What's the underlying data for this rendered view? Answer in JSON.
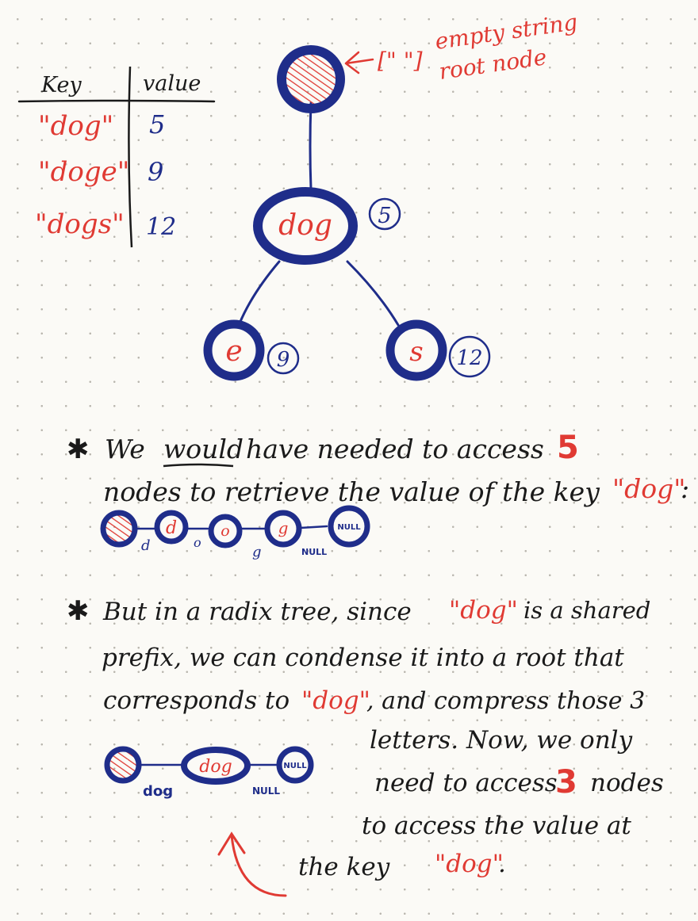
{
  "table": {
    "header_key": "Key",
    "header_value": "value",
    "rows": [
      {
        "key": "\"dog\"",
        "value": "5"
      },
      {
        "key": "\"doge\"",
        "value": "9"
      },
      {
        "key": "\"dogs\"",
        "value": "12"
      }
    ]
  },
  "root_note": {
    "bracket": "[\" \"]",
    "line1": "empty string",
    "line2": "root node"
  },
  "tree": {
    "root_label": "",
    "mid_label": "dog",
    "mid_value": "5",
    "left_label": "e",
    "left_value": "9",
    "right_label": "s",
    "right_value": "12"
  },
  "note1": {
    "bullet": "✱",
    "line1_pre": "We",
    "line1_underlined": "would",
    "line1_post": "have needed to access",
    "count": "5",
    "line2_pre": "nodes to retrieve the value of the key",
    "line2_key": "\"dog\"",
    "line2_post": ":"
  },
  "chain1": {
    "nodes": [
      "",
      "d",
      "o",
      "g",
      "NULL"
    ],
    "edges": [
      "d",
      "o",
      "g",
      "NULL"
    ]
  },
  "note2": {
    "bullet": "✱",
    "line1_pre": "But in a radix tree, since",
    "line1_key": "\"dog\"",
    "line1_post": "is a shared",
    "line2": "prefix, we can condense it into a root that",
    "line3_pre": "corresponds to",
    "line3_key": "\"dog\"",
    "line3_post": ", and compress those 3",
    "line4": "letters. Now, we only",
    "line5_pre": "need to access",
    "count": "3",
    "line5_post": "nodes",
    "line6": "to access the value at",
    "line7_pre": "the key",
    "line7_key": "\"dog\"",
    "line7_post": "."
  },
  "chain2": {
    "nodes": [
      "",
      "dog",
      "NULL"
    ],
    "edges": [
      "dog",
      "NULL"
    ]
  },
  "colors": {
    "blue_ink": "#1f2d8a",
    "red_ink": "#e03a33",
    "paper": "#fbfaf6"
  }
}
